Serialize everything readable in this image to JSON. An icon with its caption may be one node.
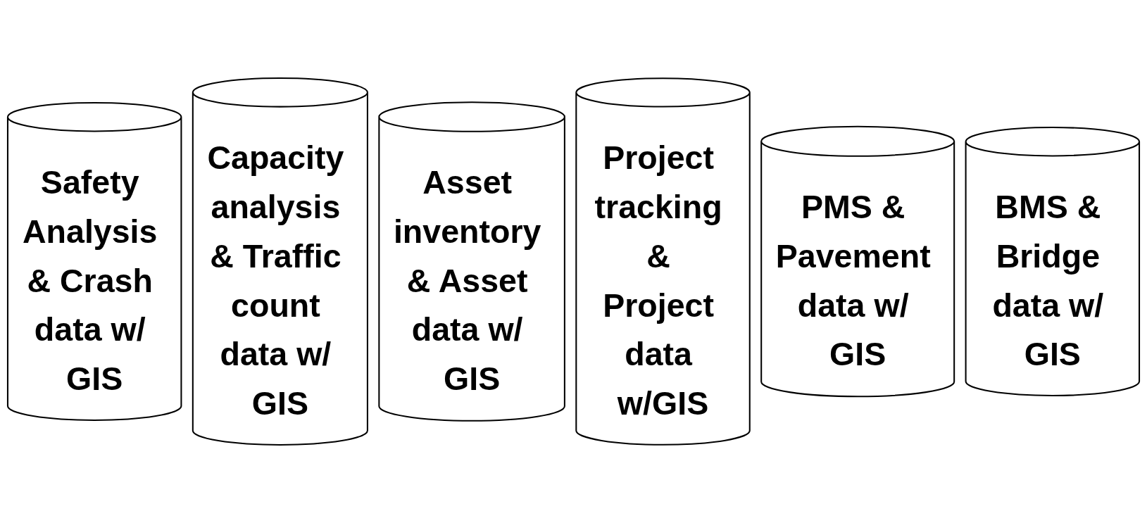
{
  "diagram": {
    "nodes": [
      {
        "text": [
          "Safety Analysis & Crash data w/ GIS"
        ]
      },
      {
        "text": [
          "Capacity analysis & Traffic count data w/ GIS"
        ]
      },
      {
        "text": [
          "Asset inventory & Asset data w/ GIS"
        ]
      },
      {
        "text": [
          "Project tracking & Project data w/GIS"
        ]
      },
      {
        "text": [
          "PMS & Pavement data w/ GIS"
        ]
      },
      {
        "text": [
          "BMS & Bridge data w/ GIS"
        ]
      }
    ],
    "edges": []
  }
}
